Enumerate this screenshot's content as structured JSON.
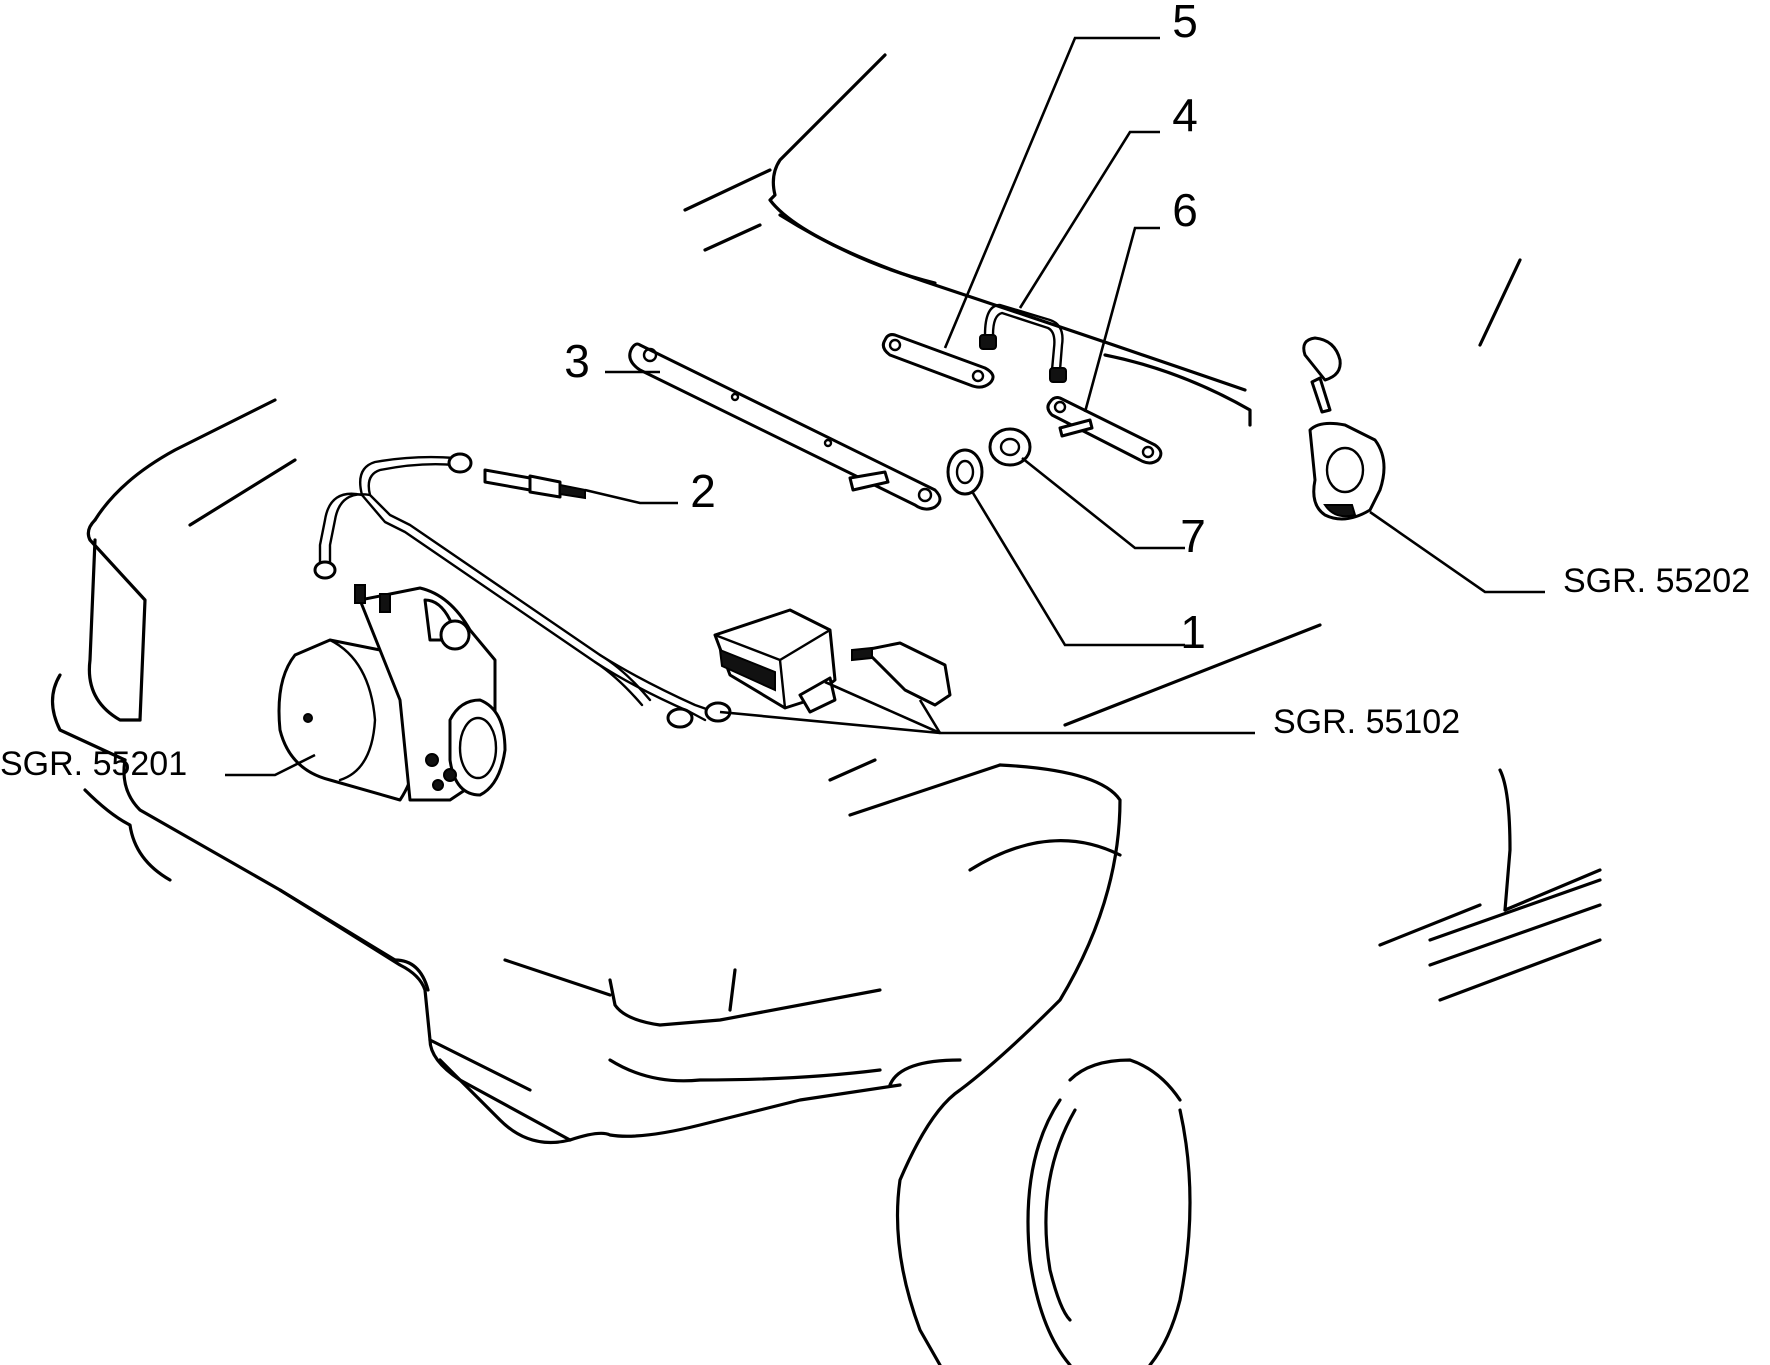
{
  "callouts": [
    {
      "id": "1",
      "label": "1"
    },
    {
      "id": "2",
      "label": "2"
    },
    {
      "id": "3",
      "label": "3"
    },
    {
      "id": "4",
      "label": "4"
    },
    {
      "id": "5",
      "label": "5"
    },
    {
      "id": "6",
      "label": "6"
    },
    {
      "id": "7",
      "label": "7"
    }
  ],
  "references": {
    "starter_motor": "SGR. 55201",
    "battery_relay": "SGR. 55102",
    "ignition_switch": "SGR. 55202"
  }
}
